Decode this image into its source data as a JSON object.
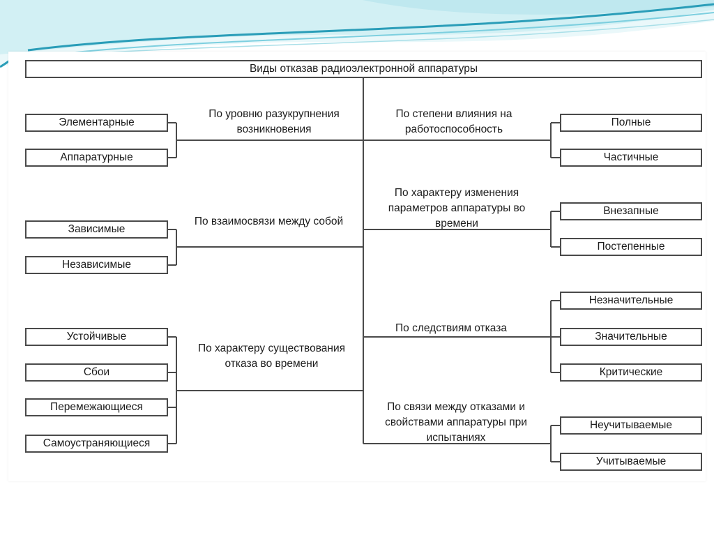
{
  "title": "Виды отказав радиоэлектронной аппаратуры",
  "groups": [
    {
      "label": "По уровню разукрупнения возникновения",
      "items": [
        "Элементарные",
        "Аппаратурные"
      ]
    },
    {
      "label": "По взаимосвязи между собой",
      "items": [
        "Зависимые",
        "Независимые"
      ]
    },
    {
      "label": "По характеру существования отказа во времени",
      "items": [
        "Устойчивые",
        "Сбои",
        "Перемежающиеся",
        "Самоустраняющиеся"
      ]
    },
    {
      "label": "По степени влияния на работоспособность",
      "items": [
        "Полные",
        "Частичные"
      ]
    },
    {
      "label": "По характеру изменения параметров аппаратуры во времени",
      "items": [
        "Внезапные",
        "Постепенные"
      ]
    },
    {
      "label": "По следствиям отказа",
      "items": [
        "Незначительные",
        "Значительные",
        "Критические"
      ]
    },
    {
      "label": "По связи между отказами и свойствами аппаратуры при испытаниях",
      "items": [
        "Неучитываемые",
        "Учитываемые"
      ]
    }
  ],
  "colors": {
    "line": "#4a4a4a",
    "border": "#4a4a4a",
    "wave_light": "#cfeef3",
    "wave_mid": "#7dcfdf",
    "wave_dark": "#2a9db8"
  }
}
